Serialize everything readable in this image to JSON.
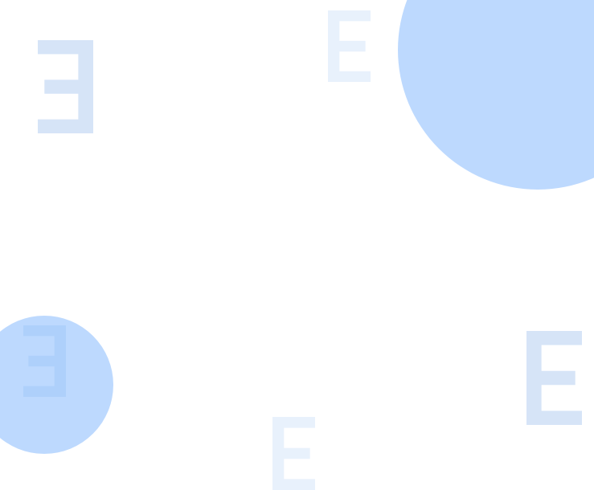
{
  "colors": {
    "background": "#ffffff",
    "circle": "#bdd9fe",
    "glyph_medium": "#d6e4f7",
    "glyph_light": "#e8f1fc",
    "glyph_on_circle": "#aed0fb"
  },
  "decorations": {
    "glyphs": [
      {
        "shape": "E",
        "mirrored": true,
        "tone": "glyph_medium"
      },
      {
        "shape": "E",
        "mirrored": false,
        "tone": "glyph_light"
      },
      {
        "shape": "E",
        "mirrored": true,
        "tone": "glyph_on_circle"
      },
      {
        "shape": "E",
        "mirrored": false,
        "tone": "glyph_medium"
      },
      {
        "shape": "E",
        "mirrored": false,
        "tone": "glyph_light"
      }
    ]
  }
}
